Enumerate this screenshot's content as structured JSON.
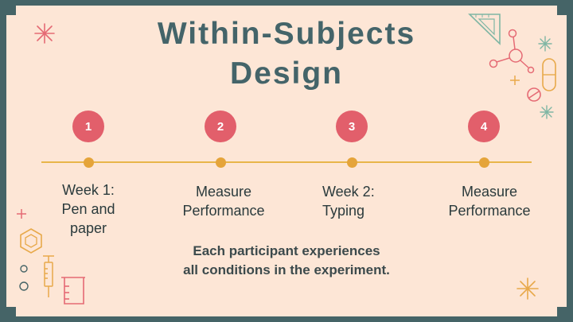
{
  "slide": {
    "title_line1": "Within-Subjects",
    "title_line2": "Design"
  },
  "steps": [
    {
      "number": "1",
      "label": "Week 1:\nPen and\npaper"
    },
    {
      "number": "2",
      "label": "Measure\nPerformance"
    },
    {
      "number": "3",
      "label": "Week 2:\nTyping"
    },
    {
      "number": "4",
      "label": "Measure\nPerformance"
    }
  ],
  "note_line1": "Each participant experiences",
  "note_line2": "all conditions in the experiment.",
  "colors": {
    "background_frame": "#456467",
    "card": "#fde6d6",
    "title": "#446469",
    "step_circle": "#e25f6b",
    "timeline": "#e8b64a",
    "timeline_dot": "#e5a43a"
  },
  "icons": [
    "sparkle-icon",
    "set-square-icon",
    "molecule-icon",
    "pill-capsule-icon",
    "tablet-icon",
    "plus-icon",
    "hexagon-icon",
    "syringe-icon",
    "beaker-icon"
  ]
}
